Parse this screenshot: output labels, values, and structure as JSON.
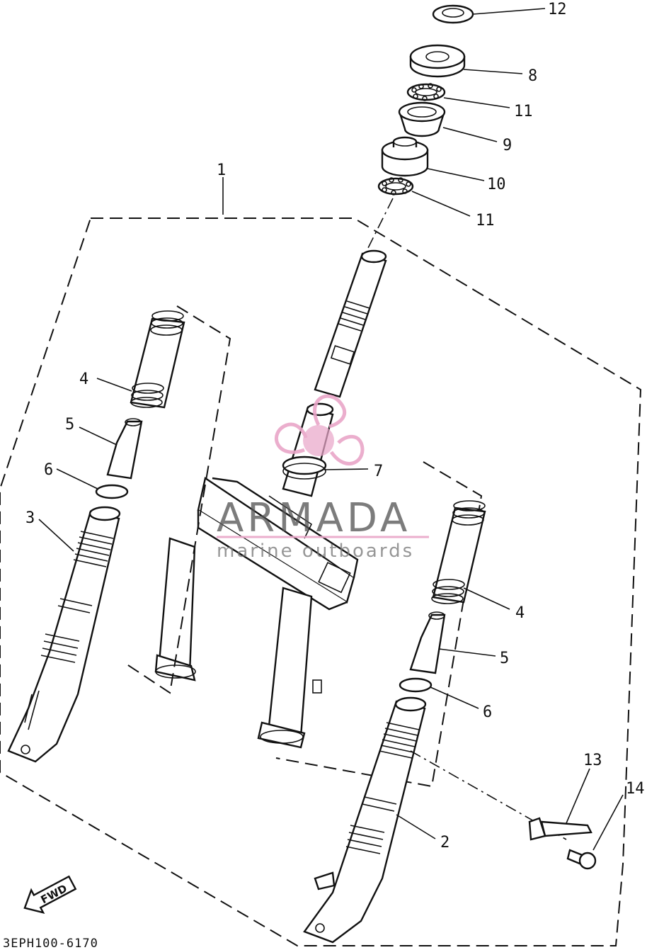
{
  "callouts": [
    "1",
    "2",
    "3",
    "4",
    "4",
    "5",
    "5",
    "6",
    "6",
    "7",
    "8",
    "9",
    "10",
    "11",
    "11",
    "12",
    "13",
    "14"
  ],
  "drawing_code": "3EPH100-6170",
  "fwd_label": "FWD",
  "watermark": {
    "name": "ARMADA",
    "tagline": "marine outboards",
    "accent_color": "#e9a6c8"
  }
}
